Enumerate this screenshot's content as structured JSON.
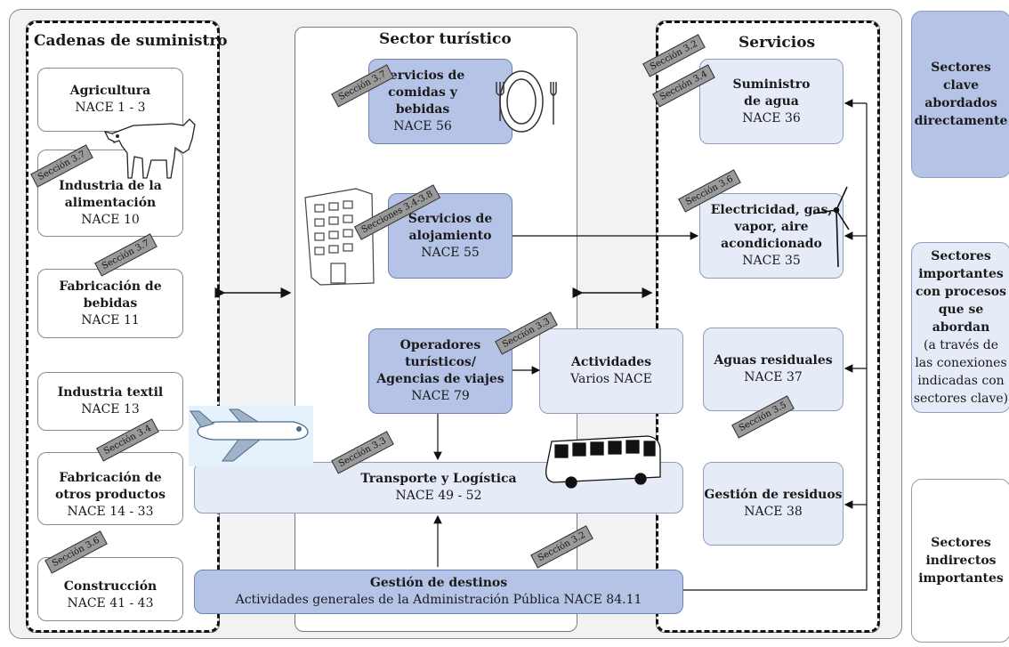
{
  "columns": {
    "supply": "Cadenas de suministro",
    "tourism": "Sector turístico",
    "services": "Servicios"
  },
  "supply_boxes": [
    {
      "name": "Agricultura",
      "code": "NACE 1 - 3"
    },
    {
      "name": "Industria de la alimentación",
      "code": "NACE 10"
    },
    {
      "name": "Fabricación de bebidas",
      "code": "NACE 11"
    },
    {
      "name": "Industria textil",
      "code": "NACE 13"
    },
    {
      "name": "Fabricación de otros productos",
      "code": "NACE 14 - 33"
    },
    {
      "name": "Construcción",
      "code": "NACE 41 - 43"
    }
  ],
  "tourism_boxes": {
    "food": {
      "name": "Servicios de comidas y bebidas",
      "code": "NACE 56"
    },
    "lodging": {
      "name": "Servicios de alojamiento",
      "code": "NACE 55"
    },
    "operators": {
      "name": "Operadores turísticos/ Agencias de viajes",
      "code": "NACE 79"
    },
    "activities": {
      "name": "Actividades",
      "code": "Varios NACE"
    },
    "transport": {
      "name": "Transporte y Logística",
      "code": "NACE 49 - 52"
    },
    "destinations": {
      "name": "Gestión de destinos",
      "code": "Actividades generales de la Administración Pública NACE 84.11"
    }
  },
  "service_boxes": [
    {
      "name": "Suministro de agua",
      "code": "NACE 36"
    },
    {
      "name": "Electricidad, gas, vapor, aire acondicionado",
      "code": "NACE 35"
    },
    {
      "name": "Aguas residuales",
      "code": "NACE 37"
    },
    {
      "name": "Gestión de residuos",
      "code": "NACE 38"
    }
  ],
  "tags": {
    "s37_food": "Sección 3.7",
    "s37_agri": "Sección 3.7",
    "s37_drinks": "Sección 3.7",
    "s34_38": "Secciones 3.4-3.8",
    "s33_ops": "Sección 3.3",
    "s33_transport": "Sección 3.3",
    "s34_other": "Sección 3.4",
    "s36_construction": "Sección 3.6",
    "s32_dest": "Sección 3.2",
    "s32_water": "Sección 3.2",
    "s34_water": "Sección 3.4",
    "s36_energy": "Sección 3.6",
    "s35_waste": "Sección 3.5"
  },
  "legend": {
    "key": "Sectores clave abordados directamente",
    "important_title": "Sectores importantes con procesos que se abordan",
    "important_note": "(a través de las conexiones indicadas con sectores clave)",
    "indirect": "Sectores indirectos importantes"
  },
  "colors": {
    "key_sector": "#b5c4e6",
    "important_sector": "#e5ebf7",
    "indirect_sector": "#ffffff"
  }
}
